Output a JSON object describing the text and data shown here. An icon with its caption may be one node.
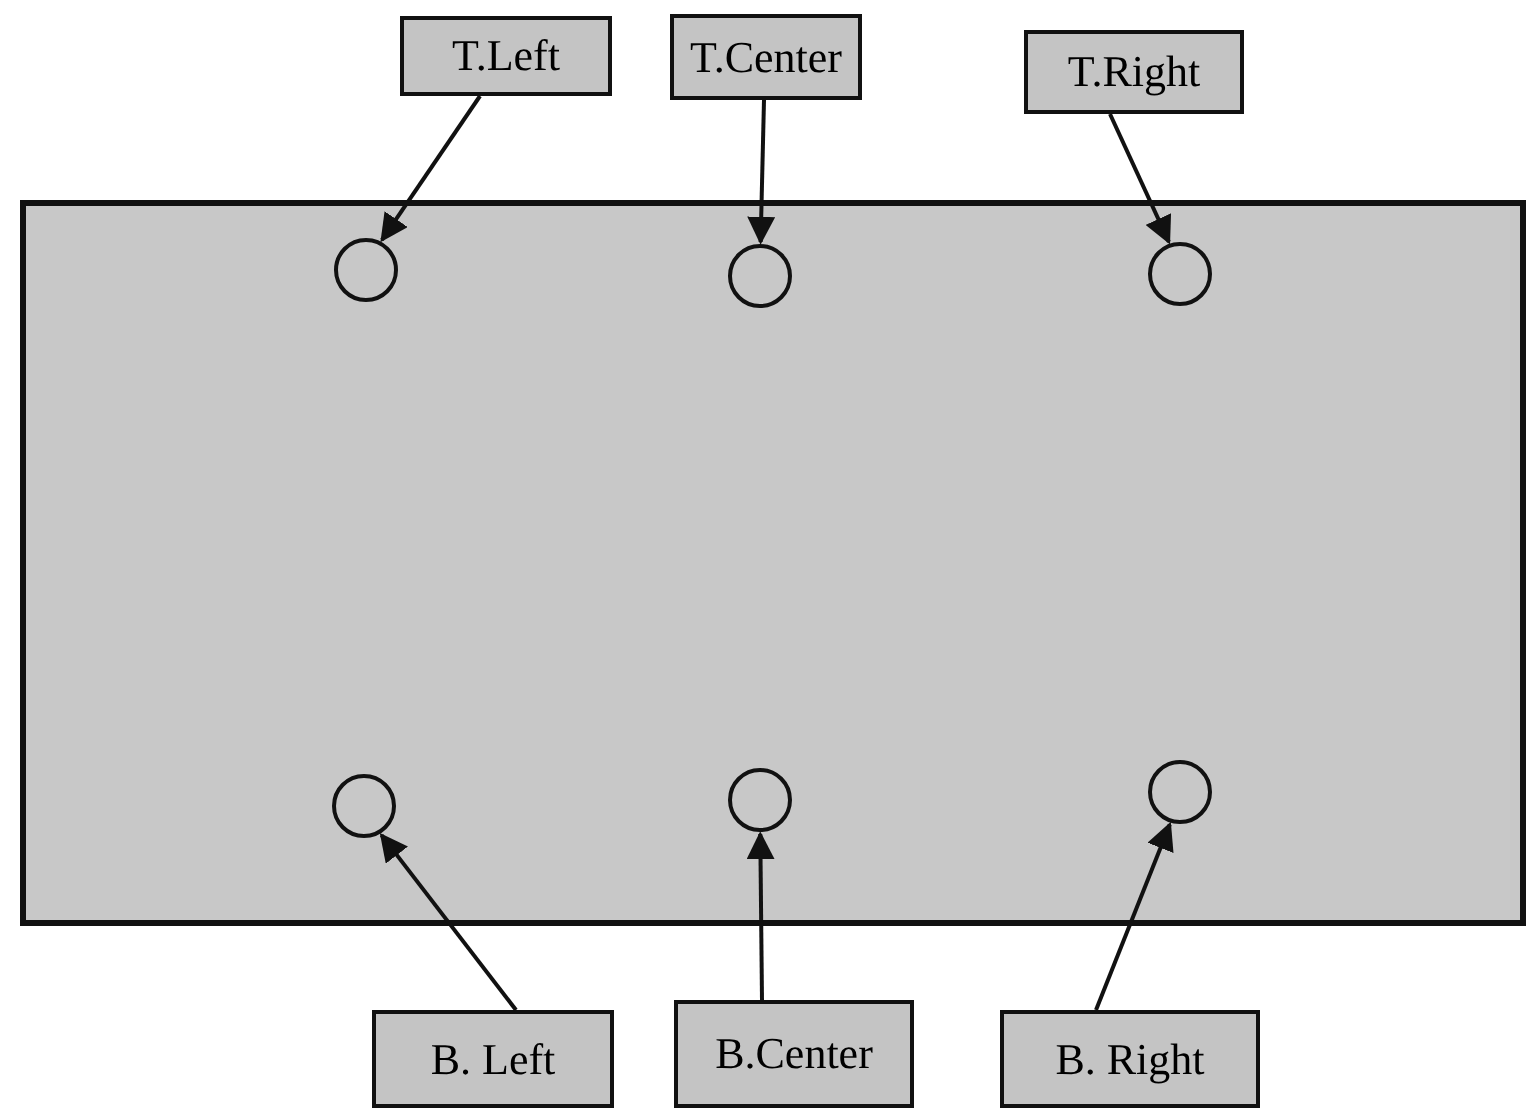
{
  "diagram": {
    "nodes": [
      {
        "text": [
          "T.Left"
        ]
      },
      {
        "text": [
          "T.Center"
        ]
      },
      {
        "text": [
          "T.Right"
        ]
      },
      {
        "text": [],
        "shape": "box"
      },
      {
        "text": [],
        "shape": "circle",
        "in": 3
      },
      {
        "text": [],
        "shape": "circle",
        "in": 3
      },
      {
        "text": [],
        "shape": "circle",
        "in": 3
      },
      {
        "text": [],
        "shape": "circle",
        "in": 3
      },
      {
        "text": [],
        "shape": "circle",
        "in": 3
      },
      {
        "text": [],
        "shape": "circle",
        "in": 3
      },
      {
        "text": [
          "B. Left"
        ]
      },
      {
        "text": [
          "B.Center"
        ]
      },
      {
        "text": [
          "B. Right"
        ]
      }
    ],
    "edges": [
      {
        "from": 0,
        "to": 4,
        "arrow": "to"
      },
      {
        "from": 1,
        "to": 5,
        "arrow": "to"
      },
      {
        "from": 2,
        "to": 6,
        "arrow": "to"
      },
      {
        "from": 10,
        "to": 7,
        "arrow": "to"
      },
      {
        "from": 11,
        "to": 8,
        "arrow": "to"
      },
      {
        "from": 12,
        "to": 9,
        "arrow": "to"
      }
    ]
  }
}
